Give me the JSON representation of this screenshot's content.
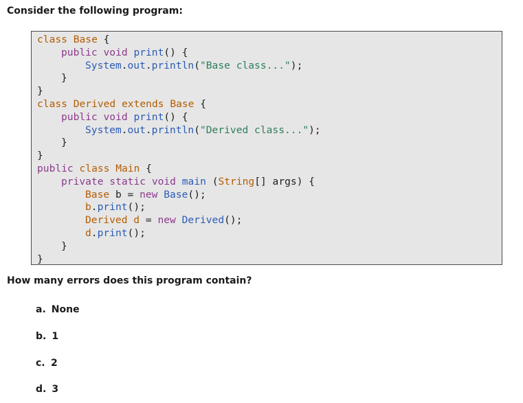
{
  "heading": "Consider the following program:",
  "code_lines": [
    [
      [
        "cls",
        "class "
      ],
      [
        "cls",
        "Base "
      ],
      [
        "pl",
        "{"
      ]
    ],
    [
      [
        "kw",
        "public "
      ],
      [
        "kw",
        "void "
      ],
      [
        "fn",
        "print"
      ],
      [
        "pl",
        "() {"
      ]
    ],
    [
      [
        "fn",
        "System"
      ],
      [
        "pl",
        "."
      ],
      [
        "fn",
        "out"
      ],
      [
        "pl",
        "."
      ],
      [
        "fn",
        "println"
      ],
      [
        "pl",
        "("
      ],
      [
        "str",
        "\"Base class...\""
      ],
      [
        "pl",
        ");"
      ]
    ],
    [
      [
        "pl",
        "}"
      ]
    ],
    [
      [
        "pl",
        "}"
      ]
    ],
    [
      [
        "cls",
        "class "
      ],
      [
        "cls",
        "Derived "
      ],
      [
        "cls",
        "extends "
      ],
      [
        "cls",
        "Base "
      ],
      [
        "pl",
        "{"
      ]
    ],
    [
      [
        "kw",
        "public "
      ],
      [
        "kw",
        "void "
      ],
      [
        "fn",
        "print"
      ],
      [
        "pl",
        "() {"
      ]
    ],
    [
      [
        "fn",
        "System"
      ],
      [
        "pl",
        "."
      ],
      [
        "fn",
        "out"
      ],
      [
        "pl",
        "."
      ],
      [
        "fn",
        "println"
      ],
      [
        "pl",
        "("
      ],
      [
        "str",
        "\"Derived class...\""
      ],
      [
        "pl",
        ");"
      ]
    ],
    [
      [
        "pl",
        "}"
      ]
    ],
    [
      [
        "pl",
        "}"
      ]
    ],
    [
      [
        "kw",
        "public "
      ],
      [
        "cls",
        "class "
      ],
      [
        "cls",
        "Main "
      ],
      [
        "pl",
        "{"
      ]
    ],
    [
      [
        "kw",
        "private "
      ],
      [
        "kw",
        "static "
      ],
      [
        "kw",
        "void "
      ],
      [
        "fn",
        "main "
      ],
      [
        "pl",
        "("
      ],
      [
        "cls",
        "String"
      ],
      [
        "pl",
        "[] args) {"
      ]
    ],
    [
      [
        "cls",
        "Base "
      ],
      [
        "pl",
        "b = "
      ],
      [
        "kw",
        "new "
      ],
      [
        "fn",
        "Base"
      ],
      [
        "pl",
        "();"
      ]
    ],
    [
      [
        "cls",
        "b"
      ],
      [
        "pl",
        "."
      ],
      [
        "fn",
        "print"
      ],
      [
        "pl",
        "();"
      ]
    ],
    [
      [
        "cls",
        "Derived "
      ],
      [
        "cls",
        "d "
      ],
      [
        "pl",
        "= "
      ],
      [
        "kw",
        "new "
      ],
      [
        "fn",
        "Derived"
      ],
      [
        "pl",
        "();"
      ]
    ],
    [
      [
        "cls",
        "d"
      ],
      [
        "pl",
        "."
      ],
      [
        "fn",
        "print"
      ],
      [
        "pl",
        "();"
      ]
    ],
    [
      [
        "pl",
        "}"
      ]
    ],
    [
      [
        "pl",
        "}"
      ]
    ]
  ],
  "question": "How many errors does this program contain?",
  "options": [
    {
      "letter": "a.",
      "text": "None"
    },
    {
      "letter": "b.",
      "text": "1"
    },
    {
      "letter": "c.",
      "text": "2"
    },
    {
      "letter": "d.",
      "text": "3"
    }
  ]
}
